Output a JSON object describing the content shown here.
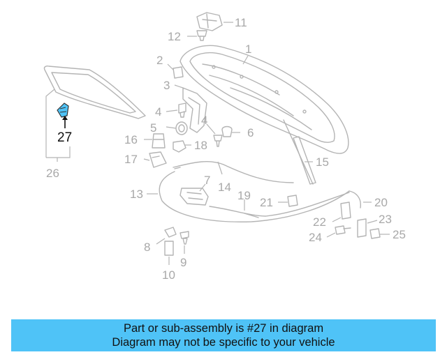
{
  "highlight_color": "#4fc3f7",
  "highlighted_part": "27",
  "labels": {
    "p1": "1",
    "p2": "2",
    "p3": "3",
    "p4a": "4",
    "p4b": "4",
    "p5": "5",
    "p6": "6",
    "p7": "7",
    "p8": "8",
    "p9": "9",
    "p10": "10",
    "p11": "11",
    "p12": "12",
    "p13": "13",
    "p14": "14",
    "p15": "15",
    "p16": "16",
    "p17": "17",
    "p18": "18",
    "p19": "19",
    "p20": "20",
    "p21": "21",
    "p22": "22",
    "p23": "23",
    "p24": "24",
    "p25": "25",
    "p26": "26",
    "p27": "27"
  },
  "banner": {
    "line1": "Part or sub-assembly is #27 in diagram",
    "line2": "Diagram may not be specific to your vehicle"
  }
}
